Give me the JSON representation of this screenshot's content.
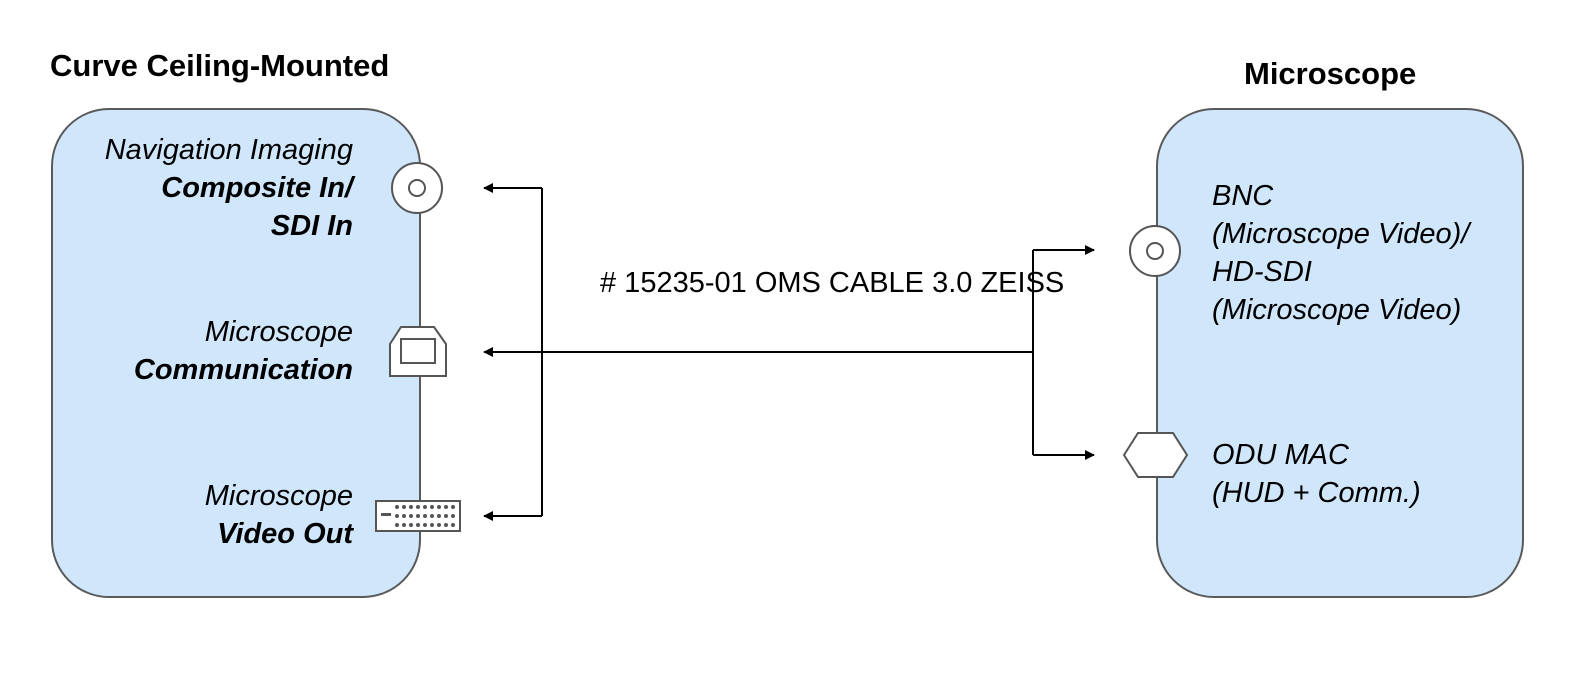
{
  "left_device": {
    "title": "Curve Ceiling-Mounted",
    "ports": [
      {
        "line1": "Navigation Imaging",
        "line2": "Composite In/",
        "line3": "SDI In",
        "icon": "bnc-connector-icon"
      },
      {
        "line1": "Microscope",
        "line2": "Communication",
        "icon": "usb-b-connector-icon"
      },
      {
        "line1": "Microscope",
        "line2": "Video Out",
        "icon": "dvi-connector-icon"
      }
    ]
  },
  "right_device": {
    "title": "Microscope",
    "ports": [
      {
        "line1": "BNC",
        "line2": "(Microscope Video)/",
        "line3": "HD-SDI",
        "line4": "(Microscope Video)",
        "icon": "bnc-connector-icon"
      },
      {
        "line1": "ODU MAC",
        "line2": "(HUD + Comm.)",
        "icon": "odu-mac-connector-icon"
      }
    ]
  },
  "cable": {
    "part_number": "# 15235-01",
    "name": "OMS CABLE 3.0 ZEISS"
  },
  "colors": {
    "device_fill": "#cfe6fb",
    "device_border": "#5a5a5a",
    "line": "#000000"
  }
}
